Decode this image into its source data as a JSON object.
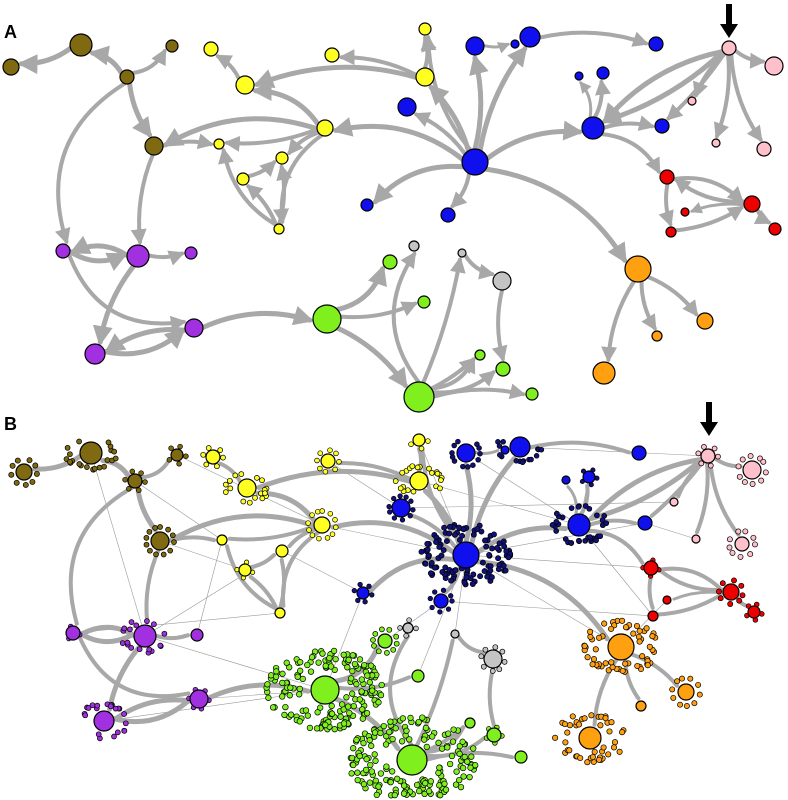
{
  "panels": [
    {
      "label": "A",
      "marker": "arrow"
    },
    {
      "label": "B",
      "marker": "arrow"
    }
  ],
  "colors": {
    "olive": "#7f6a12",
    "yellow": "#ffff22",
    "blue": "#1010ee",
    "pink": "#ffc0cb",
    "red": "#ee0000",
    "purple": "#a030e0",
    "green": "#80ef1e",
    "gray": "#c4c4c4",
    "orange": "#ffa010",
    "darkblue": "#111177",
    "edge": "#a8a8a8"
  }
}
